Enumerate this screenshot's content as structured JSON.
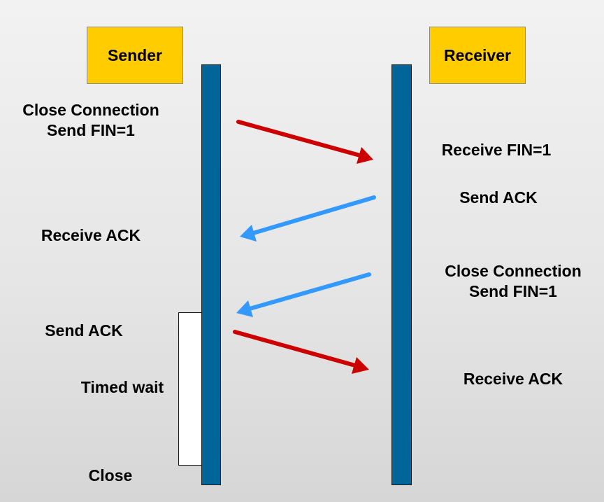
{
  "participants": {
    "sender": "Sender",
    "receiver": "Receiver"
  },
  "sender_labels": {
    "close_connection": "Close Connection",
    "send_fin": "Send FIN=1",
    "receive_ack": "Receive ACK",
    "send_ack": "Send ACK",
    "timed_wait": "Timed wait",
    "close": "Close"
  },
  "receiver_labels": {
    "receive_fin": "Receive FIN=1",
    "send_ack": "Send ACK",
    "close_connection": "Close Connection",
    "send_fin": "Send FIN=1",
    "receive_ack": "Receive ACK"
  },
  "colors": {
    "participant_box": "#ffcc00",
    "timeline": "#006699",
    "arrow_sender_to_receiver": "#cc0000",
    "arrow_receiver_to_sender": "#3399ff",
    "timed_wait_box": "#ffffff"
  }
}
